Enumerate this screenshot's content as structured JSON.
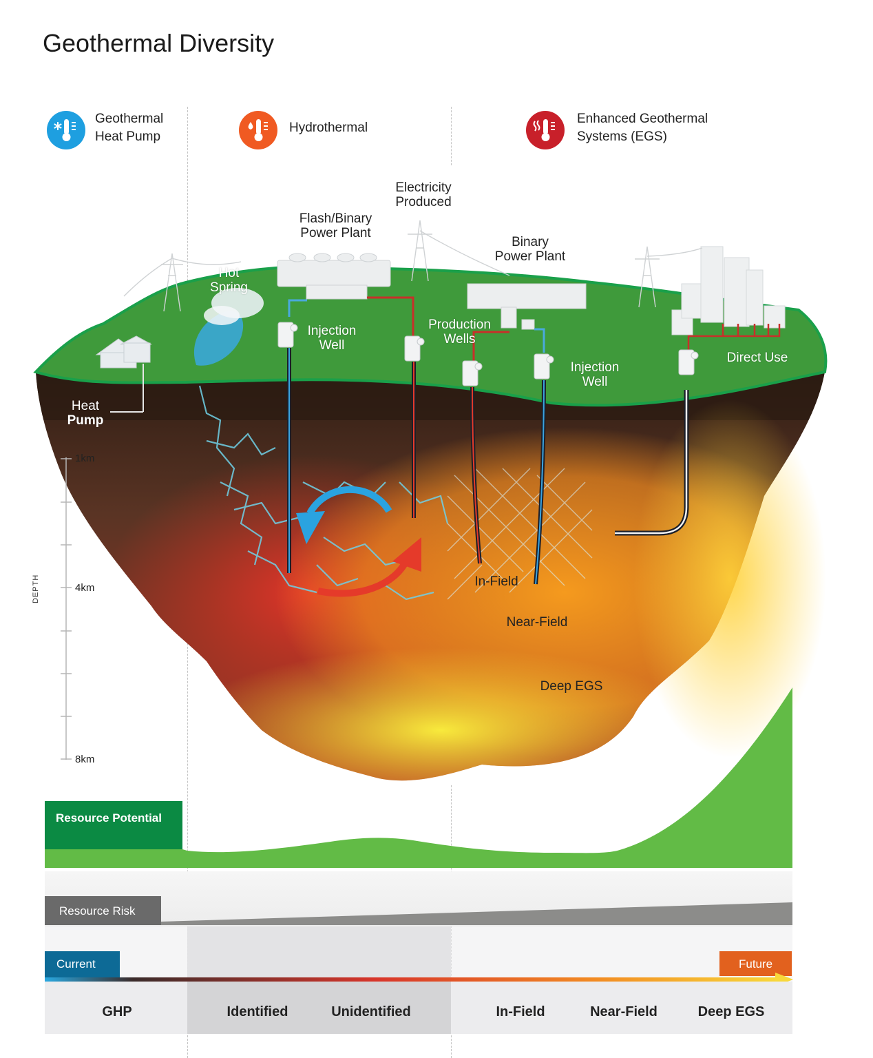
{
  "title": "Geothermal Diversity",
  "categories": {
    "ghp": {
      "line1": "Geothermal",
      "line2": "Heat Pump",
      "icon": "snowflake-thermometer-icon",
      "color": "#1e9fe0"
    },
    "hydrothermal": {
      "line1": "Hydrothermal",
      "icon": "droplet-thermometer-icon",
      "color": "#f05a22"
    },
    "egs": {
      "line1": "Enhanced Geothermal",
      "line2": "Systems (EGS)",
      "icon": "heat-thermometer-icon",
      "color": "#c8202a"
    }
  },
  "labels": {
    "electricity_l1": "Electricity",
    "electricity_l2": "Produced",
    "flash_l1": "Flash/Binary",
    "flash_l2": "Power Plant",
    "binary_l1": "Binary",
    "binary_l2": "Power Plant",
    "hot_l1": "Hot",
    "hot_l2": "Spring",
    "inj1_l1": "Injection",
    "inj1_l2": "Well",
    "prod_l1": "Production",
    "prod_l2": "Wells",
    "inj2_l1": "Injection",
    "inj2_l2": "Well",
    "direct_use": "Direct Use",
    "heat_l1": "Heat",
    "heat_l2": "Pump",
    "in_field": "In-Field",
    "near_field": "Near-Field",
    "deep_egs": "Deep EGS"
  },
  "depth": {
    "axis_label": "DEPTH",
    "tick_1": "1km",
    "tick_4": "4km",
    "tick_8": "8km"
  },
  "bands": {
    "resource_potential": "Resource Potential",
    "resource_risk": "Resource Risk",
    "current": "Current",
    "future": "Future"
  },
  "bottom_categories": [
    "GHP",
    "Identified",
    "Unidentified",
    "In-Field",
    "Near-Field",
    "Deep EGS"
  ],
  "colors": {
    "grass": "#3f9a3b",
    "potential_green": "#62bb46",
    "potential_dark": "#0b8a43",
    "risk_gray": "#8c8c8a",
    "risk_label": "#6a6a6a",
    "current_blue": "#0d6a96",
    "future_orange": "#e2611e",
    "hot_red": "#e23a26",
    "warm_yellow": "#f6e33a"
  }
}
